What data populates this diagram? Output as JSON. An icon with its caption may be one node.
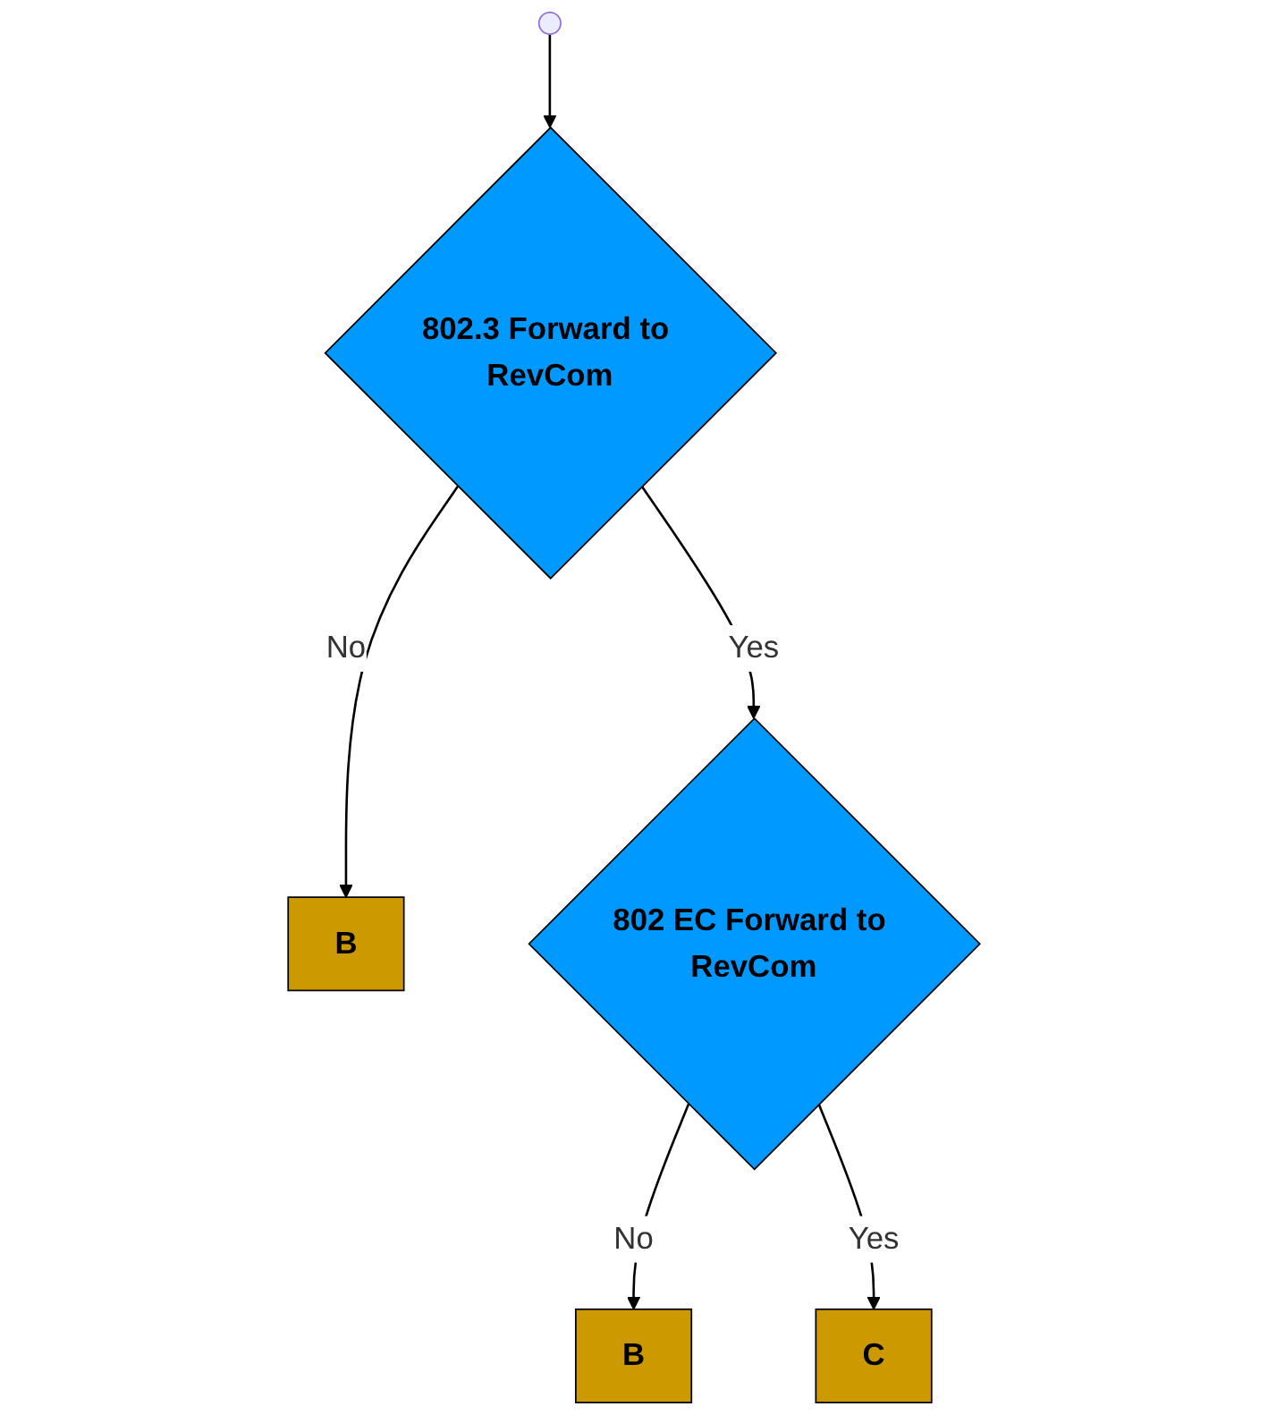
{
  "diagram": {
    "nodes": [
      {
        "text": [
          "802.3 Forward to RevCom"
        ]
      },
      {
        "text": [
          "B"
        ]
      },
      {
        "text": [
          "802 EC Forward to RevCom"
        ]
      },
      {
        "text": [
          "B"
        ]
      },
      {
        "text": [
          "C"
        ]
      }
    ],
    "edges": [
      {
        "from": null,
        "to": 0,
        "arrow": "to"
      },
      {
        "from": 0,
        "to": 1,
        "label": "No",
        "arrow": "to"
      },
      {
        "from": 0,
        "to": 2,
        "label": "Yes",
        "arrow": "to"
      },
      {
        "from": 2,
        "to": 3,
        "label": "No",
        "arrow": "to"
      },
      {
        "from": 2,
        "to": 4,
        "label": "Yes",
        "arrow": "to"
      }
    ]
  }
}
